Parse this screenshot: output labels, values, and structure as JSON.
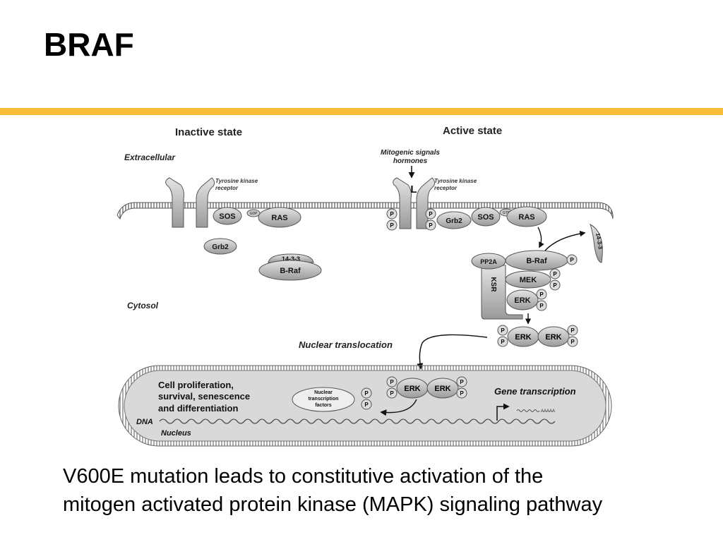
{
  "slide": {
    "title": "BRAF",
    "accent_color": "#F9BE35",
    "caption_line1": "V600E mutation leads to constitutive activation of the",
    "caption_line2": "mitogen activated protein kinase (MAPK) signaling pathway"
  },
  "diagram": {
    "inactive_title": "Inactive state",
    "active_title": "Active state",
    "extracellular": "Extracellular",
    "cytosol": "Cytosol",
    "nucleus": "Nucleus",
    "dna": "DNA",
    "mitogenic_line1": "Mitogenic signals",
    "mitogenic_line2": "hormones",
    "ligand": "L",
    "receptor_line1": "Tyrosine kinase",
    "receptor_line2": "receptor",
    "gdp": "GDP",
    "gtp": "GTP",
    "sos": "SOS",
    "ras": "RAS",
    "grb2": "Grb2",
    "b_raf": "B-Raf",
    "fourteen_3_3": "14-3-3",
    "pp2a": "PP2A",
    "mek": "MEK",
    "ksr": "KSR",
    "erk": "ERK",
    "p": "P",
    "nuclear_translocation": "Nuclear translocation",
    "cell_line1": "Cell proliferation,",
    "cell_line2": "survival, senescence",
    "cell_line3": "and differentiation",
    "ntf_line1": "Nuclear",
    "ntf_line2": "transcription",
    "ntf_line3": "factors",
    "gene_transcription": "Gene transcription",
    "mrna": "AAAAA"
  }
}
